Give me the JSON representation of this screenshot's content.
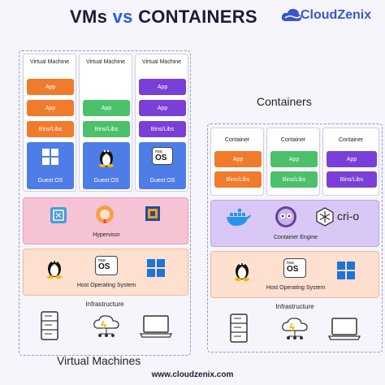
{
  "header": {
    "title_left": "VMs",
    "title_vs": "vs",
    "title_right": "CONTAINERS",
    "brand": "CloudZenix"
  },
  "vm": {
    "columns": [
      {
        "title": "Virtual Machine",
        "app": "App",
        "bins": "Bins/Libs",
        "os": "Guest OS",
        "color": "#f07b2c",
        "os_icon": "windows-icon"
      },
      {
        "title": "Virtual Machine",
        "app": "App",
        "bins": "Bins/Libs",
        "os": "Guest OS",
        "color": "#4cc06a",
        "os_icon": "linux-tux-icon"
      },
      {
        "title": "Virtual Machine",
        "app": "App",
        "bins": "Bins/Libs",
        "os": "Guest OS",
        "color": "#7a3fd6",
        "os_icon": "macos-icon"
      }
    ],
    "hypervisor": "Hypervisor",
    "host_os": "Host Operating System",
    "infrastructure": "Infrastructure",
    "section_label": "Virtual Machines",
    "mac_small": "mac",
    "mac_big": "OS"
  },
  "containers": {
    "section_title": "Containers",
    "columns": [
      {
        "title": "Container",
        "app": "App",
        "bins": "Bins/Libs",
        "color": "#f07b2c"
      },
      {
        "title": "Container",
        "app": "App",
        "bins": "Bins/Libs",
        "color": "#4cc06a"
      },
      {
        "title": "Container",
        "app": "App",
        "bins": "Bins/Libs",
        "color": "#7a3fd6"
      }
    ],
    "engine": "Container Engine",
    "crio": "cri-o",
    "host_os": "Host Operating System",
    "infrastructure": "Infrastructure",
    "mac_small": "mac",
    "mac_big": "OS"
  },
  "footer": {
    "url": "www.cloudzenix.com"
  }
}
